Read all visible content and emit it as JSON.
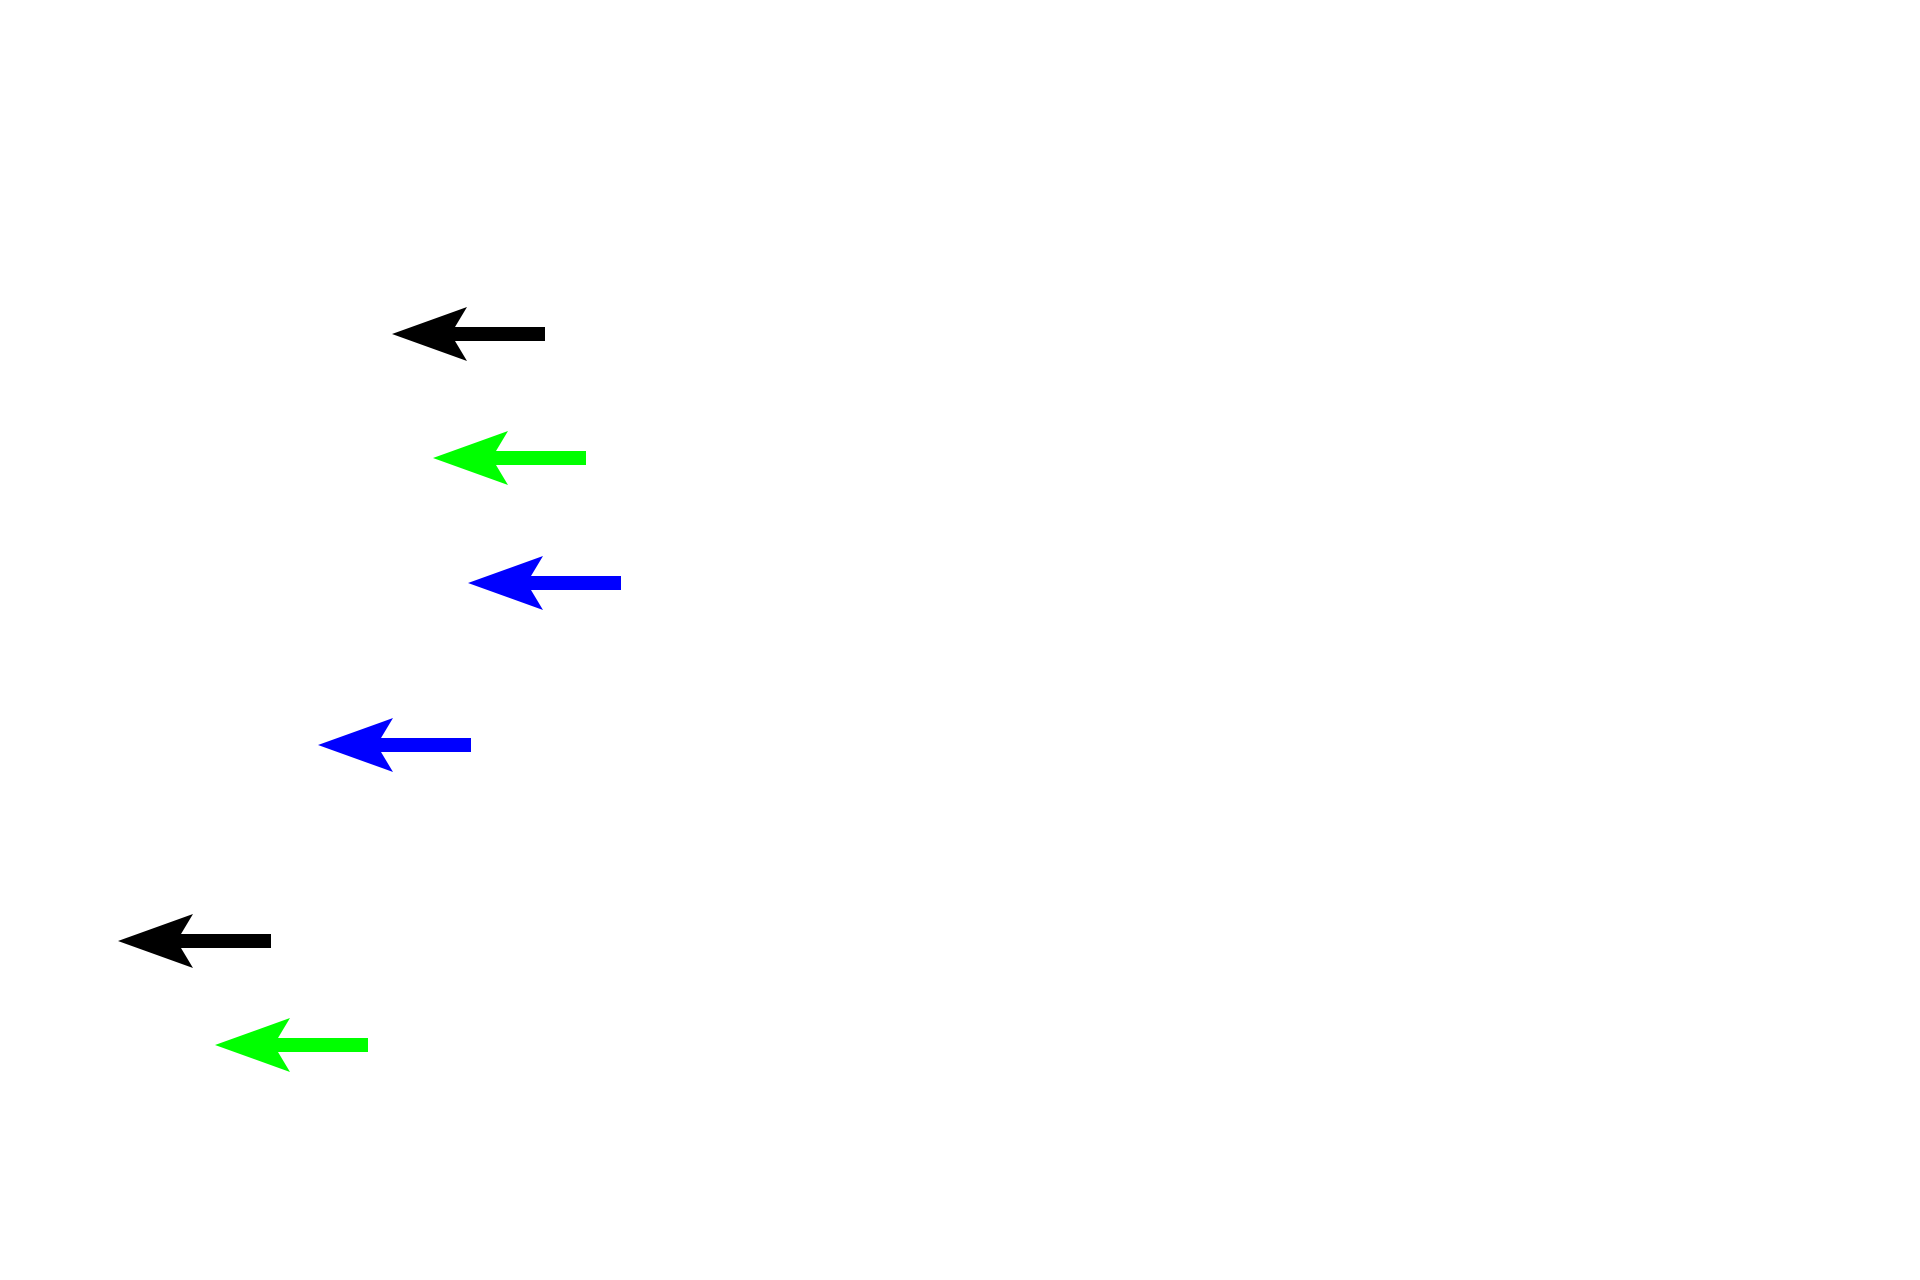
{
  "arrows": [
    {
      "direction": "left",
      "color": "#000000",
      "icon": "arrow-left-icon"
    },
    {
      "direction": "left",
      "color": "#00ff00",
      "icon": "arrow-left-icon"
    },
    {
      "direction": "left",
      "color": "#0000ff",
      "icon": "arrow-left-icon"
    },
    {
      "direction": "left",
      "color": "#0000ff",
      "icon": "arrow-left-icon"
    },
    {
      "direction": "left",
      "color": "#000000",
      "icon": "arrow-left-icon"
    },
    {
      "direction": "left",
      "color": "#00ff00",
      "icon": "arrow-left-icon"
    }
  ]
}
